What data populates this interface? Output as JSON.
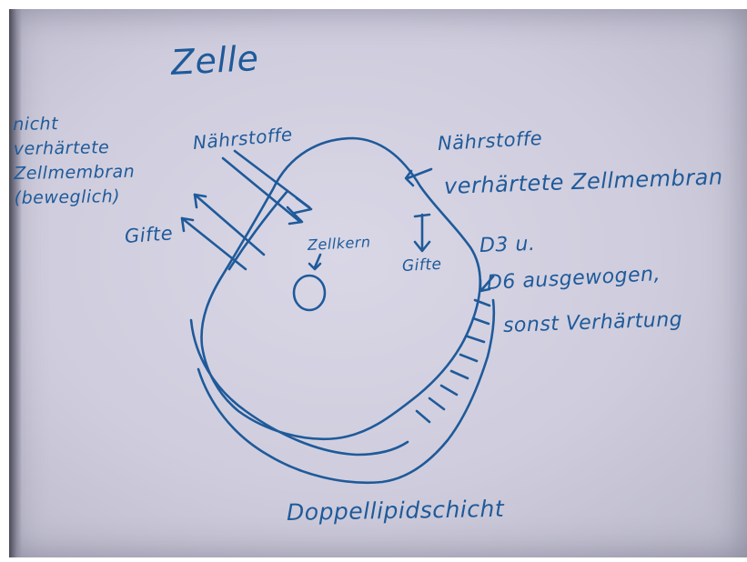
{
  "diagram": {
    "title": "Zelle",
    "labels": {
      "non_hardened_membrane": "nicht\nverhärtete\nZellmembran\n(beweglich)",
      "toxins_left": "Gifte",
      "nutrients_left": "Nährstoffe",
      "nutrients_right": "Nährstoffe",
      "hardened_membrane": "verhärtete Zellmembran",
      "nucleus": "Zellkern",
      "toxins_middle": "Gifte",
      "d3": "D3 u.",
      "d6": "D6 ausgewogen,",
      "otherwise_hardening": "sonst Verhärtung",
      "bilayer": "Doppellipidschicht"
    },
    "colors": {
      "ink": "#1f5a9a",
      "paper": "#d4d2e2"
    }
  }
}
